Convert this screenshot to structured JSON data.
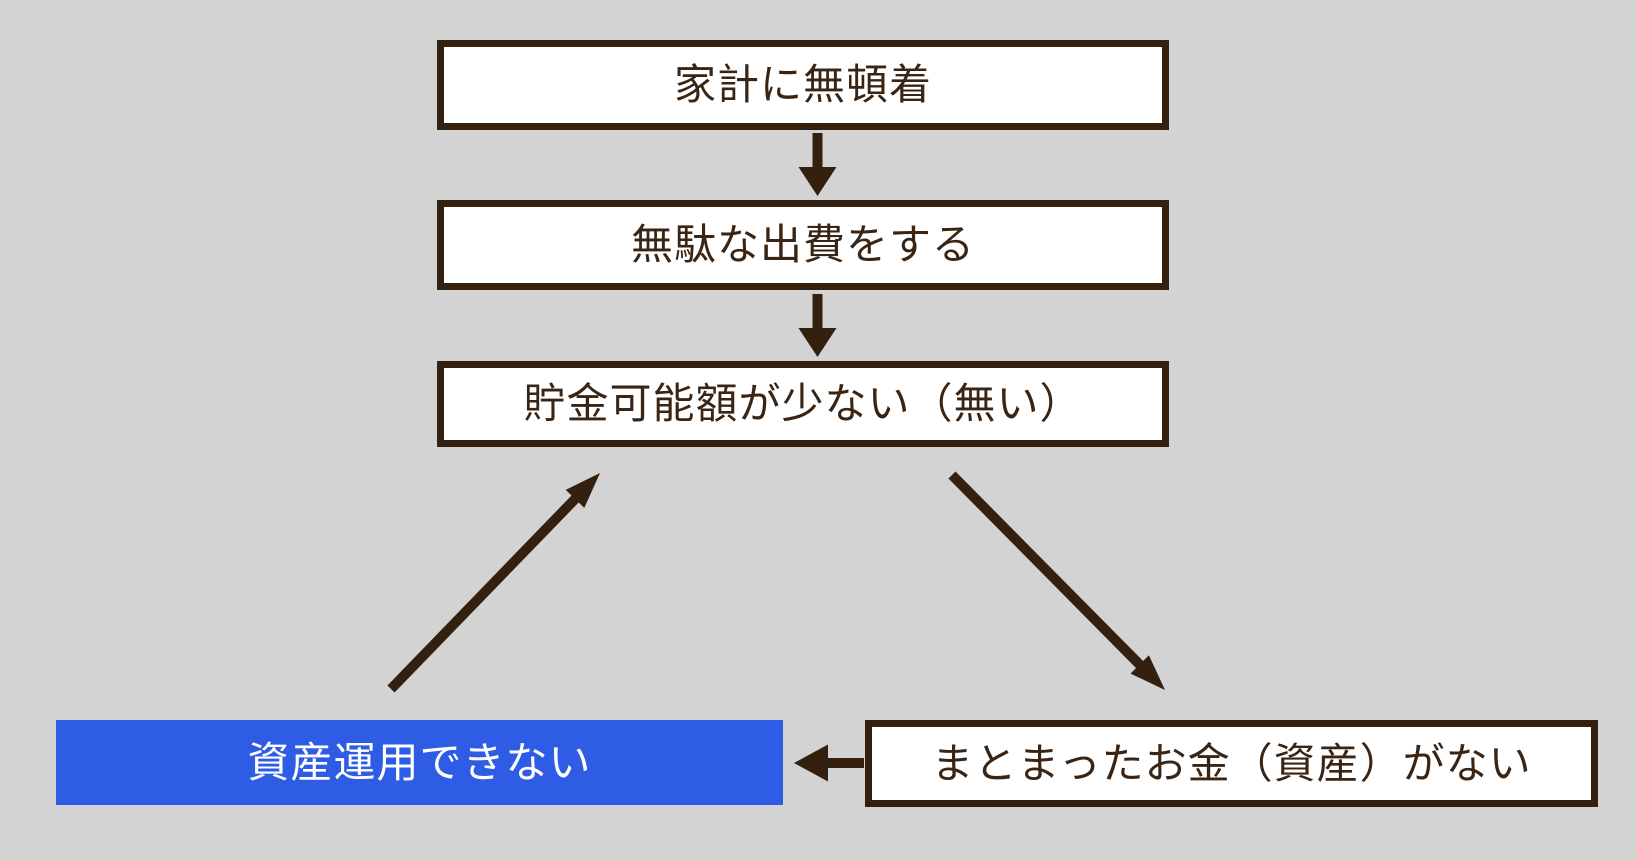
{
  "diagram": {
    "background_color": "#d3d3d3",
    "line_color": "#33200e",
    "box_fill_color": "#ffffff",
    "highlight_color": "#2e5ce5",
    "highlight_text_color": "#ffffff",
    "text_color": "#3a2514",
    "nodes": [
      {
        "label": "家計に無頓着",
        "variant": "outlined"
      },
      {
        "label": "無駄な出費をする",
        "variant": "outlined"
      },
      {
        "label": "貯金可能額が少ない（無い）",
        "variant": "outlined"
      },
      {
        "label": "資産運用できない",
        "variant": "highlighted"
      },
      {
        "label": "まとまったお金（資産）がない",
        "variant": "outlined"
      }
    ],
    "edges": [
      {
        "from": "家計に無頓着",
        "to": "無駄な出費をする",
        "direction": "down"
      },
      {
        "from": "無駄な出費をする",
        "to": "貯金可能額が少ない（無い）",
        "direction": "down"
      },
      {
        "from": "貯金可能額が少ない（無い）",
        "to": "まとまったお金（資産）がない",
        "direction": "diagonal-down-right"
      },
      {
        "from": "まとまったお金（資産）がない",
        "to": "資産運用できない",
        "direction": "left"
      },
      {
        "from": "資産運用できない",
        "to": "貯金可能額が少ない（無い）",
        "direction": "diagonal-up-right"
      }
    ]
  }
}
